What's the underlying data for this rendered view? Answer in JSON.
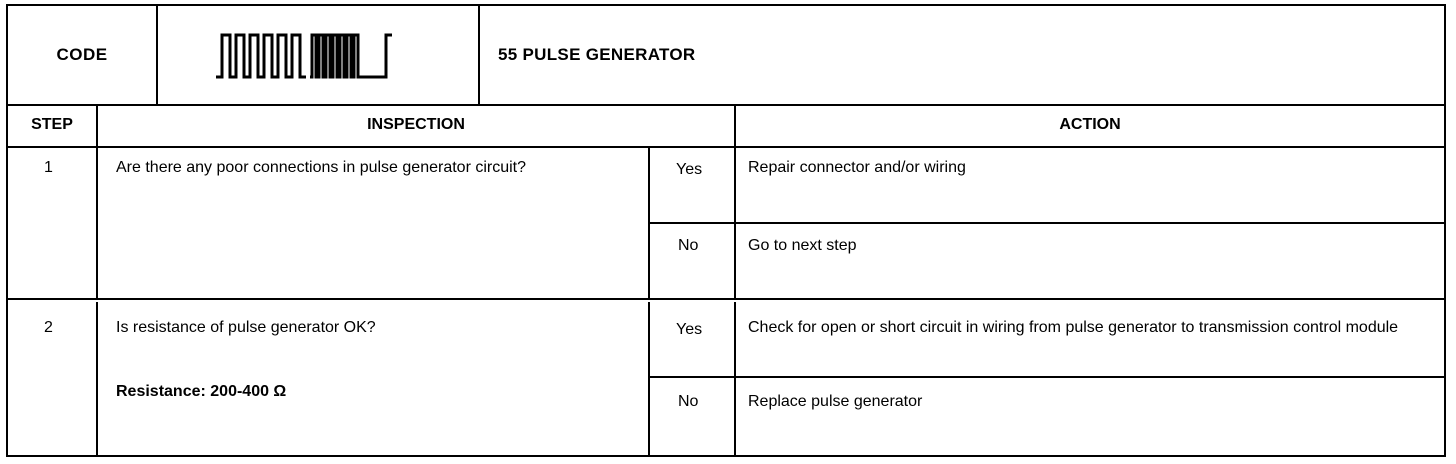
{
  "header": {
    "code_label": "CODE",
    "title": "55 PULSE GENERATOR",
    "waveform_icon": "pulse-waveform-icon"
  },
  "columns": {
    "step": "STEP",
    "inspection": "INSPECTION",
    "action": "ACTION"
  },
  "steps": [
    {
      "number": "1",
      "question": "Are there any poor connections in pulse generator circuit?",
      "note": "",
      "answers": [
        {
          "response": "Yes",
          "action": "Repair connector and/or wiring"
        },
        {
          "response": "No",
          "action": "Go to next step"
        }
      ]
    },
    {
      "number": "2",
      "question": "Is resistance of pulse generator OK?",
      "note": "Resistance: 200-400 Ω",
      "answers": [
        {
          "response": "Yes",
          "action": "Check for open or short circuit in wiring from pulse generator to transmission control module"
        },
        {
          "response": "No",
          "action": "Replace pulse generator"
        }
      ]
    }
  ]
}
